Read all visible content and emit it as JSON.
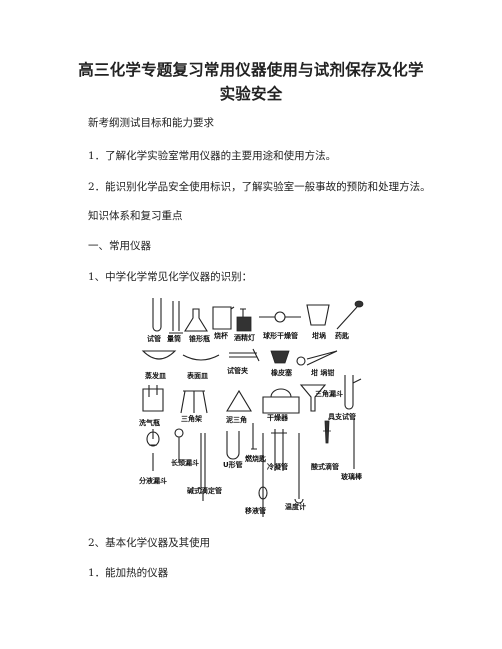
{
  "title": {
    "line1": "高三化学专题复习常用仪器使用与试剂保存及化学",
    "line2": "实验安全"
  },
  "paragraphs": [
    "新考纲测试目标和能力要求",
    "1．了解化学实验室常用仪器的主要用途和使用方法。",
    "2．能识别化学品安全使用标识，了解实验室一般事故的预防和处理方法。",
    "知识体系和复习重点",
    "一、常用仪器",
    "1、中学化学常见化学仪器的识别："
  ],
  "after_figure": [
    "2、基本化学仪器及其使用",
    "1．能加热的仪器"
  ],
  "figure_labels": {
    "test_tube": "试管",
    "graduated_cylinder": "量筒",
    "conical_flask": "锥形瓶",
    "beaker": "烧杯",
    "alcohol_lamp": "酒精灯",
    "round_drying_tube": "球形干燥管",
    "crucible": "坩埚",
    "spoon": "药匙",
    "evaporating_dish": "蒸发皿",
    "watch_glass": "表面皿",
    "test_tube_clamp": "试管夹",
    "rubber_stopper": "橡皮塞",
    "crucible_tongs": "坩 埚钳",
    "gas_washing_bottle": "洗气瓶",
    "tripod": "三角架",
    "clay_triangle": "泥三角",
    "desiccator": "干燥器",
    "funnel": "三角漏斗",
    "branched_test_tube": "具支试管",
    "long_neck_funnel": "长颈漏斗",
    "separatory_funnel": "分液漏斗",
    "u_tube": "U形管",
    "combustion_spoon": "燃烧匙",
    "condenser": "冷凝管",
    "base_burette": "碱式滴定管",
    "acid_burette": "酸式滴管",
    "pipette": "移液管",
    "thermometer": "温度计",
    "glass_rod": "玻璃棒"
  }
}
